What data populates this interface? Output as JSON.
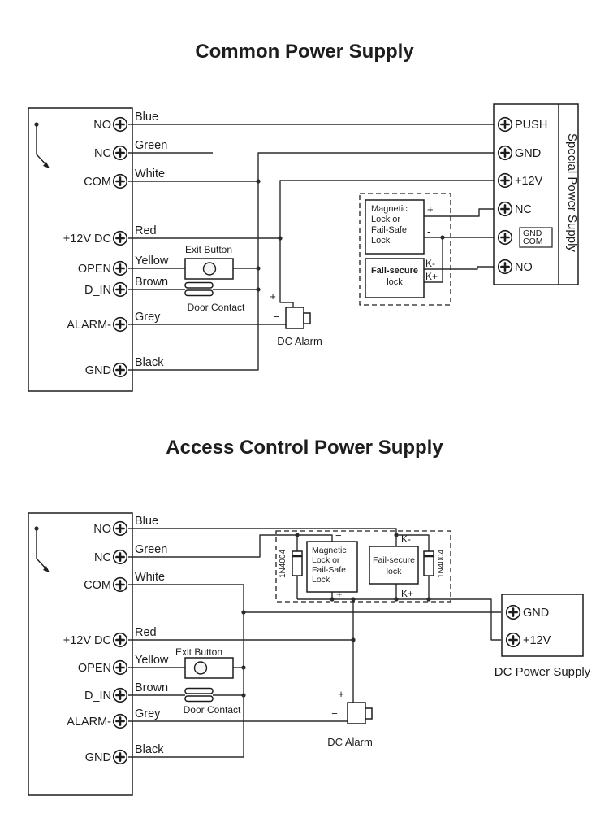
{
  "d1": {
    "title": "Common Power Supply",
    "terminals": [
      "NO",
      "NC",
      "COM",
      "+12V DC",
      "OPEN",
      "D_IN",
      "ALARM-",
      "GND"
    ],
    "wires": [
      "Blue",
      "Green",
      "White",
      "Red",
      "Yellow",
      "Brown",
      "Grey",
      "Black"
    ],
    "exit_button": "Exit Button",
    "door_contact": "Door Contact",
    "alarm": {
      "label": "DC Alarm",
      "plus": "+",
      "minus": "−"
    },
    "lockbox": {
      "maglock": [
        "Magnetic",
        "Lock or",
        "Fail-Safe",
        "Lock"
      ],
      "maglock_plus": "+",
      "maglock_minus": "-",
      "failsecure": [
        "Fail-secure",
        "lock"
      ],
      "k_minus": "K-",
      "k_plus": "K+"
    },
    "psu": {
      "name": "Special Power Supply",
      "terminals": [
        "PUSH",
        "GND",
        "+12V",
        "NC",
        "NO"
      ],
      "gnd_com": [
        "GND",
        "COM"
      ]
    }
  },
  "d2": {
    "title": "Access Control Power Supply",
    "terminals": [
      "NO",
      "NC",
      "COM",
      "+12V DC",
      "OPEN",
      "D_IN",
      "ALARM-",
      "GND"
    ],
    "wires": [
      "Blue",
      "Green",
      "White",
      "Red",
      "Yellow",
      "Brown",
      "Grey",
      "Black"
    ],
    "exit_button": "Exit Button",
    "door_contact": "Door Contact",
    "alarm": {
      "label": "DC Alarm",
      "plus": "+",
      "minus": "−"
    },
    "lockbox": {
      "maglock": [
        "Magnetic",
        "Lock or",
        "Fail-Safe",
        "Lock"
      ],
      "maglock_plus": "+",
      "maglock_minus": "−",
      "failsecure": [
        "Fail-secure",
        "lock"
      ],
      "k_minus": "K-",
      "k_plus": "K+",
      "diode": "1N4004"
    },
    "psu": {
      "name": "DC Power Supply",
      "terminals": [
        "GND",
        "+12V"
      ]
    }
  }
}
